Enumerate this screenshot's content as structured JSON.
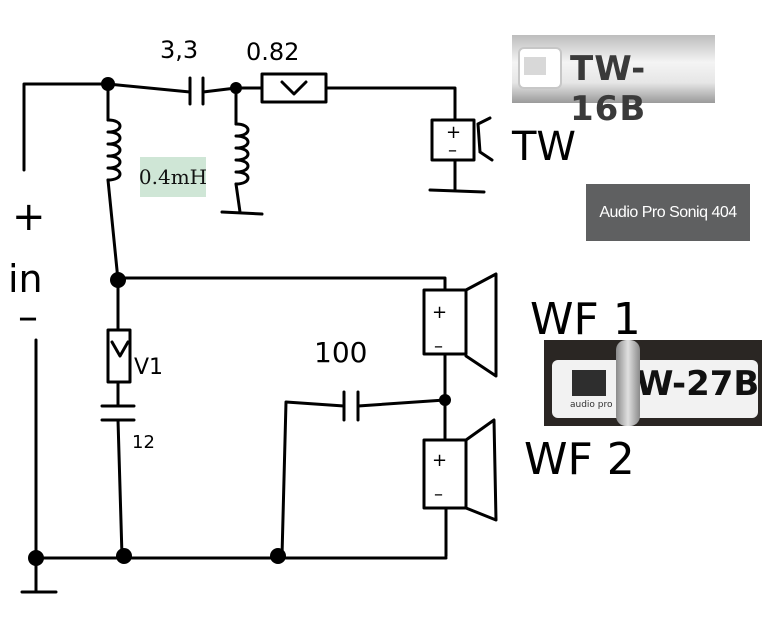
{
  "diagram": {
    "cap_top_label": "3,3",
    "resistor_top_label": "0.82",
    "inductor_label": "0.4mH",
    "tweeter_label": "TW",
    "input_plus": "+",
    "input_label": "in",
    "input_minus": "–",
    "resistor_mid_label": "V1",
    "cap_mid_label": "12",
    "cap_right_label": "100",
    "woofer1_label": "WF 1",
    "woofer2_label": "WF 2",
    "model_label": "Audio Pro Soniq 404",
    "photo_tw_text": "TW-16B",
    "photo_wf_text": "W-27B",
    "photo_wf_brand": "audio pro",
    "speaker_plus": "+",
    "speaker_minus": "–"
  },
  "colors": {
    "wire": "#000000",
    "model_bg": "#5f6061",
    "model_text": "#ffffff",
    "inductor_bg": "#cfe6d6",
    "photo_dark": "#2a2623"
  }
}
